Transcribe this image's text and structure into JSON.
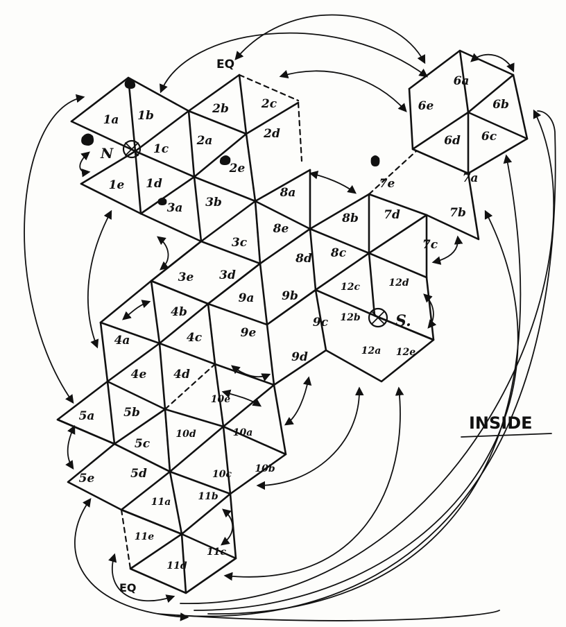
{
  "diagram": {
    "equator_top": "EQ",
    "equator_bottom": "EQ",
    "north_label": "N",
    "south_label": "S.",
    "inside_label": "INSIDE",
    "faces": [
      "1a",
      "1b",
      "1c",
      "1d",
      "1e",
      "2a",
      "2b",
      "2c",
      "2d",
      "2e",
      "3a",
      "3b",
      "3c",
      "3d",
      "3e",
      "4a",
      "4b",
      "4c",
      "4d",
      "4e",
      "5a",
      "5b",
      "5c",
      "5d",
      "5e",
      "6a",
      "6b",
      "6c",
      "6d",
      "6e",
      "7a",
      "7b",
      "7c",
      "7d",
      "7e",
      "8a",
      "8b",
      "8c",
      "8d",
      "8e",
      "9a",
      "9b",
      "9c",
      "9d",
      "9e",
      "10a",
      "10b",
      "10c",
      "10d",
      "10e",
      "11a",
      "11b",
      "11c",
      "11d",
      "11e",
      "12a",
      "12b",
      "12c",
      "12d",
      "12e"
    ]
  }
}
